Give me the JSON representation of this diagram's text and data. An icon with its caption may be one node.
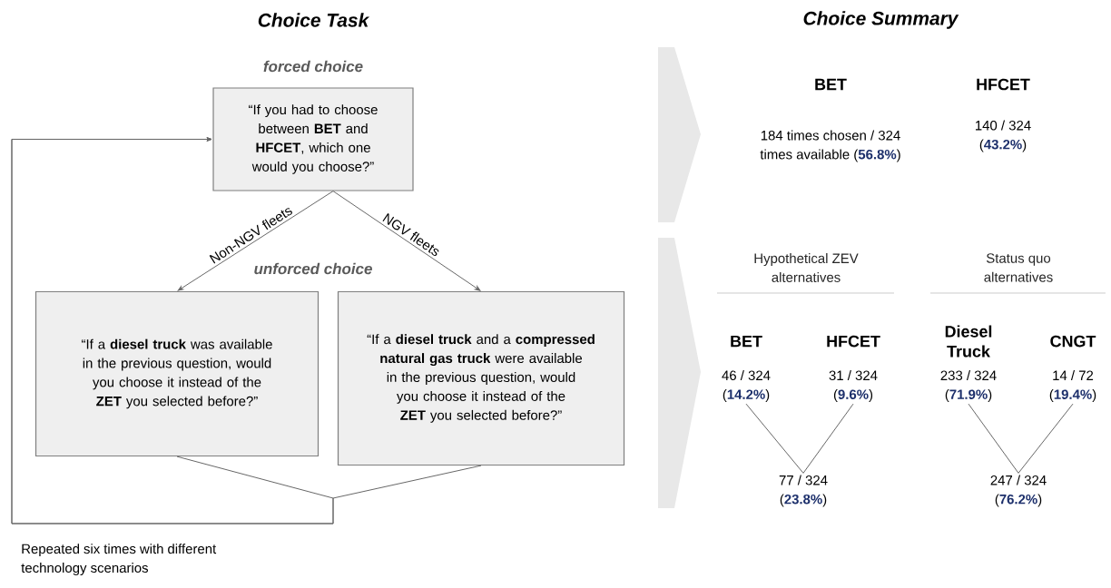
{
  "diagram": {
    "nodes": [
      {
        "text": [
          "forced choice",
          "“If you had to choose between **BET** and **HFCET**, which one would you choose?”"
        ]
      },
      {
        "text": [
          "“If a **diesel truck** was available in the previous question, would you choose it instead of the **ZET** you selected before?”"
        ]
      },
      {
        "text": [
          "“If a **diesel truck** and a **compressed natural gas truck** were available in the previous question, would you choose it instead of the **ZET** you selected before?”"
        ]
      },
      {
        "text": [
          "BET",
          "46 / 324 (**14.2%**)"
        ]
      },
      {
        "text": [
          "HFCET",
          "31 / 324 (**9.6%**)"
        ]
      },
      {
        "text": [
          "Diesel Truck",
          "233 / 324 (**71.9%**)"
        ]
      },
      {
        "text": [
          "CNGT",
          "14 / 72 (**19.4%**)"
        ]
      },
      {
        "text": [
          "77 / 324 (**23.8%**)"
        ]
      },
      {
        "text": [
          "247 / 324 (**76.2%**)"
        ]
      }
    ],
    "edges": [
      {
        "from": 0,
        "to": 1,
        "arrow": "to",
        "label": "Non-NGV fleets"
      },
      {
        "from": 0,
        "to": 2,
        "arrow": "to",
        "label": "NGV fleets"
      },
      {
        "from": 1,
        "to": 0,
        "arrow": "to"
      },
      {
        "from": 2,
        "to": 0,
        "arrow": "to"
      },
      {
        "from": 3,
        "to": 7,
        "arrow": "none"
      },
      {
        "from": 4,
        "to": 7,
        "arrow": "none"
      },
      {
        "from": 5,
        "to": 8,
        "arrow": "none"
      },
      {
        "from": 6,
        "to": 8,
        "arrow": "none"
      }
    ],
    "labels": [
      "Choice Task",
      "Choice Summary",
      "unforced choice",
      "BET",
      "184 times chosen / 324 times available (**56.8%**)",
      "HFCET",
      "140 / 324 (**43.2%**)",
      "Hypothetical ZEV alternatives",
      "Status quo alternatives",
      "Repeated six times with different technology scenarios"
    ]
  }
}
